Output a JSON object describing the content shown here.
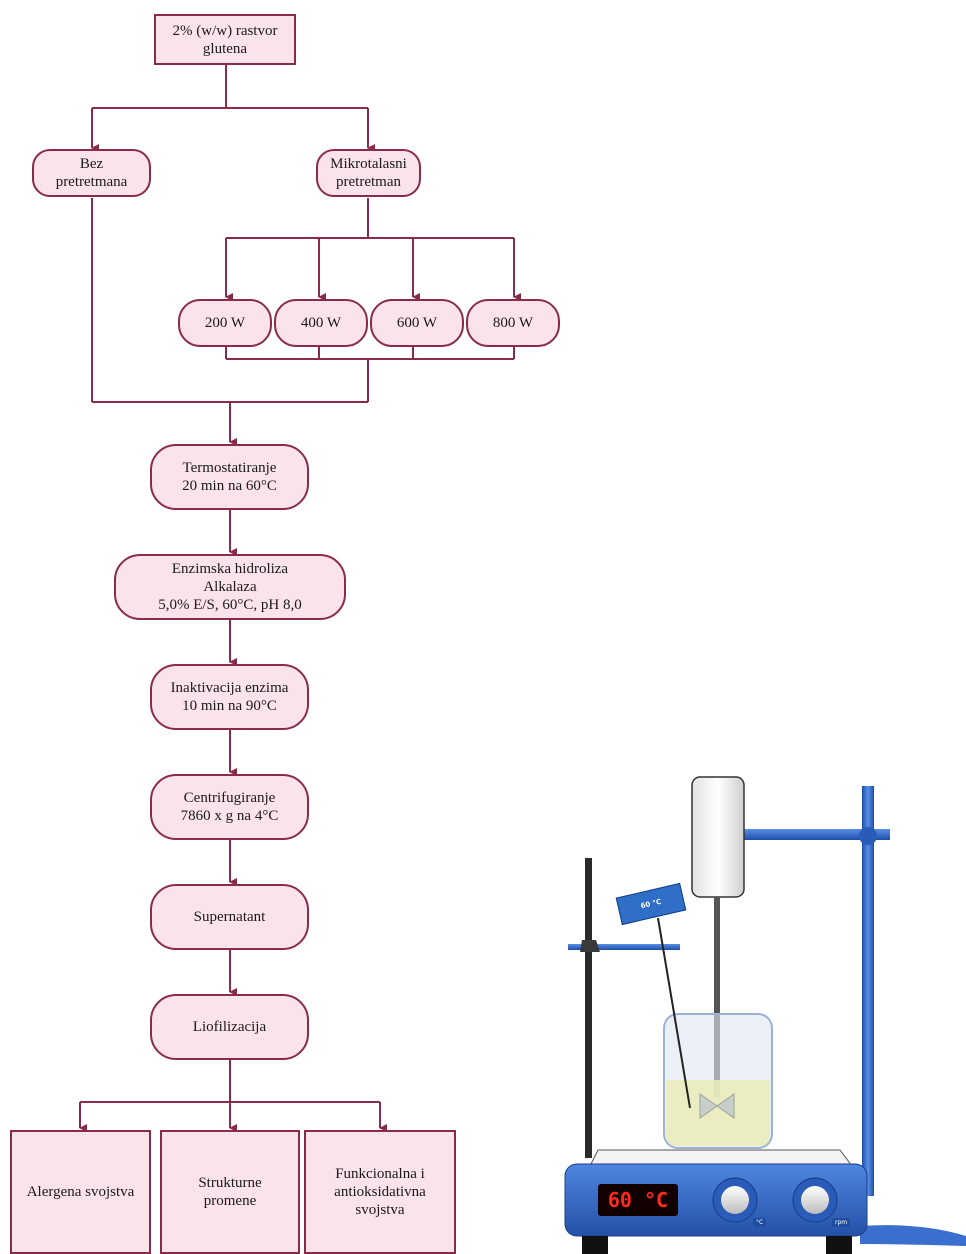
{
  "flowchart": {
    "start": "2% (w/w) rastvor\nglutena",
    "branch_left": "Bez\npretretmana",
    "branch_right": "Mikrotalasni\npretretman",
    "powers": [
      "200 W",
      "400 W",
      "600 W",
      "800 W"
    ],
    "steps": [
      "Termostatiranje\n20 min na 60°C",
      "Enzimska hidroliza\nAlkalaza\n5,0% E/S, 60°C, pH 8,0",
      "Inaktivacija enzima\n10 min na 90°C",
      "Centrifugiranje\n7860 x g na 4°C",
      "Supernatant",
      "Liofilizacija"
    ],
    "outputs": [
      "Alergena svojstva",
      "Strukturne\npromene",
      "Funkcionalna i\nantioksidativna\nsvojstva"
    ]
  },
  "apparatus": {
    "display_value": "60 °C",
    "probe_label": "60 °C",
    "knob_labels": [
      "°C",
      "rpm"
    ]
  },
  "colors": {
    "box_fill": "#fbe3ea",
    "box_border": "#8b2b4c",
    "line": "#8b2b4c",
    "apparatus_blue": "#2f62c4"
  }
}
